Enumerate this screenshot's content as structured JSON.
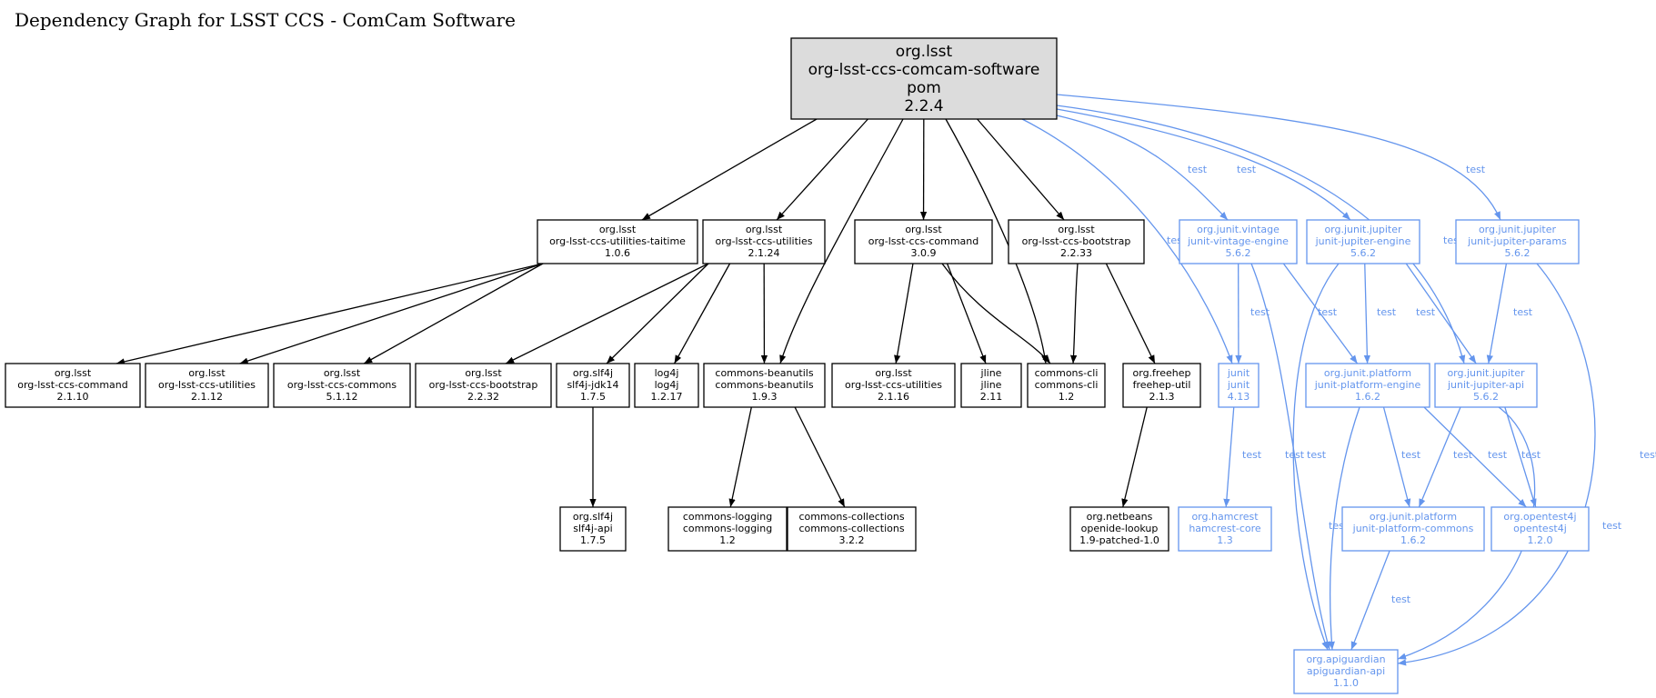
{
  "title": "Dependency Graph for LSST CCS - ComCam Software",
  "colors": {
    "compile": "#000000",
    "test": "#6495ed",
    "root_fill": "#dcdcdc"
  },
  "root": {
    "group": "org.lsst",
    "artifact": "org-lsst-ccs-comcam-software",
    "type": "pom",
    "version": "2.2.4"
  },
  "nodes": [
    {
      "id": "util-taitime",
      "lines": [
        "org.lsst",
        "org-lsst-ccs-utilities-taitime",
        "1.0.6"
      ],
      "scope": "compile"
    },
    {
      "id": "util-2124",
      "lines": [
        "org.lsst",
        "org-lsst-ccs-utilities",
        "2.1.24"
      ],
      "scope": "compile"
    },
    {
      "id": "command-309",
      "lines": [
        "org.lsst",
        "org-lsst-ccs-command",
        "3.0.9"
      ],
      "scope": "compile"
    },
    {
      "id": "bootstrap-2233",
      "lines": [
        "org.lsst",
        "org-lsst-ccs-bootstrap",
        "2.2.33"
      ],
      "scope": "compile"
    },
    {
      "id": "vintage-engine",
      "lines": [
        "org.junit.vintage",
        "junit-vintage-engine",
        "5.6.2"
      ],
      "scope": "test"
    },
    {
      "id": "jupiter-engine",
      "lines": [
        "org.junit.jupiter",
        "junit-jupiter-engine",
        "5.6.2"
      ],
      "scope": "test"
    },
    {
      "id": "jupiter-params",
      "lines": [
        "org.junit.jupiter",
        "junit-jupiter-params",
        "5.6.2"
      ],
      "scope": "test"
    },
    {
      "id": "command-2110",
      "lines": [
        "org.lsst",
        "org-lsst-ccs-command",
        "2.1.10"
      ],
      "scope": "compile"
    },
    {
      "id": "util-2112",
      "lines": [
        "org.lsst",
        "org-lsst-ccs-utilities",
        "2.1.12"
      ],
      "scope": "compile"
    },
    {
      "id": "commons-5112",
      "lines": [
        "org.lsst",
        "org-lsst-ccs-commons",
        "5.1.12"
      ],
      "scope": "compile"
    },
    {
      "id": "bootstrap-2232",
      "lines": [
        "org.lsst",
        "org-lsst-ccs-bootstrap",
        "2.2.32"
      ],
      "scope": "compile"
    },
    {
      "id": "slf4j-jdk14",
      "lines": [
        "org.slf4j",
        "slf4j-jdk14",
        "1.7.5"
      ],
      "scope": "compile"
    },
    {
      "id": "log4j",
      "lines": [
        "log4j",
        "log4j",
        "1.2.17"
      ],
      "scope": "compile"
    },
    {
      "id": "beanutils",
      "lines": [
        "commons-beanutils",
        "commons-beanutils",
        "1.9.3"
      ],
      "scope": "compile"
    },
    {
      "id": "util-2116",
      "lines": [
        "org.lsst",
        "org-lsst-ccs-utilities",
        "2.1.16"
      ],
      "scope": "compile"
    },
    {
      "id": "jline",
      "lines": [
        "jline",
        "jline",
        "2.11"
      ],
      "scope": "compile"
    },
    {
      "id": "commons-cli",
      "lines": [
        "commons-cli",
        "commons-cli",
        "1.2"
      ],
      "scope": "compile"
    },
    {
      "id": "freehep-util",
      "lines": [
        "org.freehep",
        "freehep-util",
        "2.1.3"
      ],
      "scope": "compile"
    },
    {
      "id": "junit",
      "lines": [
        "junit",
        "junit",
        "4.13"
      ],
      "scope": "test"
    },
    {
      "id": "platform-engine",
      "lines": [
        "org.junit.platform",
        "junit-platform-engine",
        "1.6.2"
      ],
      "scope": "test"
    },
    {
      "id": "jupiter-api",
      "lines": [
        "org.junit.jupiter",
        "junit-jupiter-api",
        "5.6.2"
      ],
      "scope": "test"
    },
    {
      "id": "slf4j-api",
      "lines": [
        "org.slf4j",
        "slf4j-api",
        "1.7.5"
      ],
      "scope": "compile"
    },
    {
      "id": "commons-logging",
      "lines": [
        "commons-logging",
        "commons-logging",
        "1.2"
      ],
      "scope": "compile"
    },
    {
      "id": "commons-collections",
      "lines": [
        "commons-collections",
        "commons-collections",
        "3.2.2"
      ],
      "scope": "compile"
    },
    {
      "id": "openide-lookup",
      "lines": [
        "org.netbeans",
        "openide-lookup",
        "1.9-patched-1.0"
      ],
      "scope": "compile"
    },
    {
      "id": "hamcrest",
      "lines": [
        "org.hamcrest",
        "hamcrest-core",
        "1.3"
      ],
      "scope": "test"
    },
    {
      "id": "platform-commons",
      "lines": [
        "org.junit.platform",
        "junit-platform-commons",
        "1.6.2"
      ],
      "scope": "test"
    },
    {
      "id": "opentest4j",
      "lines": [
        "org.opentest4j",
        "opentest4j",
        "1.2.0"
      ],
      "scope": "test"
    },
    {
      "id": "apiguardian",
      "lines": [
        "org.apiguardian",
        "apiguardian-api",
        "1.1.0"
      ],
      "scope": "test"
    }
  ],
  "edges": [
    {
      "from": "root",
      "to": "util-taitime",
      "scope": "compile"
    },
    {
      "from": "root",
      "to": "util-2124",
      "scope": "compile"
    },
    {
      "from": "root",
      "to": "beanutils",
      "scope": "compile"
    },
    {
      "from": "root",
      "to": "command-309",
      "scope": "compile"
    },
    {
      "from": "root",
      "to": "commons-cli",
      "scope": "compile"
    },
    {
      "from": "root",
      "to": "bootstrap-2233",
      "scope": "compile"
    },
    {
      "from": "root",
      "to": "junit",
      "scope": "test",
      "label": "test"
    },
    {
      "from": "root",
      "to": "vintage-engine",
      "scope": "test",
      "label": "test"
    },
    {
      "from": "root",
      "to": "jupiter-engine",
      "scope": "test",
      "label": "test"
    },
    {
      "from": "root",
      "to": "jupiter-api",
      "scope": "test",
      "label": "test"
    },
    {
      "from": "root",
      "to": "jupiter-params",
      "scope": "test",
      "label": "test"
    },
    {
      "from": "util-taitime",
      "to": "command-2110",
      "scope": "compile"
    },
    {
      "from": "util-taitime",
      "to": "util-2112",
      "scope": "compile"
    },
    {
      "from": "util-taitime",
      "to": "commons-5112",
      "scope": "compile"
    },
    {
      "from": "util-2124",
      "to": "bootstrap-2232",
      "scope": "compile"
    },
    {
      "from": "util-2124",
      "to": "slf4j-jdk14",
      "scope": "compile"
    },
    {
      "from": "util-2124",
      "to": "log4j",
      "scope": "compile"
    },
    {
      "from": "util-2124",
      "to": "beanutils",
      "scope": "compile"
    },
    {
      "from": "command-309",
      "to": "util-2116",
      "scope": "compile"
    },
    {
      "from": "command-309",
      "to": "jline",
      "scope": "compile"
    },
    {
      "from": "command-309",
      "to": "commons-cli",
      "scope": "compile"
    },
    {
      "from": "bootstrap-2233",
      "to": "commons-cli",
      "scope": "compile"
    },
    {
      "from": "bootstrap-2233",
      "to": "freehep-util",
      "scope": "compile"
    },
    {
      "from": "slf4j-jdk14",
      "to": "slf4j-api",
      "scope": "compile"
    },
    {
      "from": "beanutils",
      "to": "commons-logging",
      "scope": "compile"
    },
    {
      "from": "beanutils",
      "to": "commons-collections",
      "scope": "compile"
    },
    {
      "from": "freehep-util",
      "to": "openide-lookup",
      "scope": "compile"
    },
    {
      "from": "vintage-engine",
      "to": "junit",
      "scope": "test",
      "label": "test"
    },
    {
      "from": "vintage-engine",
      "to": "platform-engine",
      "scope": "test",
      "label": "test"
    },
    {
      "from": "vintage-engine",
      "to": "apiguardian",
      "scope": "test",
      "label": "test"
    },
    {
      "from": "jupiter-engine",
      "to": "platform-engine",
      "scope": "test",
      "label": "test"
    },
    {
      "from": "jupiter-engine",
      "to": "jupiter-api",
      "scope": "test",
      "label": "test"
    },
    {
      "from": "jupiter-engine",
      "to": "apiguardian",
      "scope": "test",
      "label": "test"
    },
    {
      "from": "jupiter-params",
      "to": "jupiter-api",
      "scope": "test",
      "label": "test"
    },
    {
      "from": "jupiter-params",
      "to": "apiguardian",
      "scope": "test",
      "label": "test"
    },
    {
      "from": "junit",
      "to": "hamcrest",
      "scope": "test",
      "label": "test"
    },
    {
      "from": "platform-engine",
      "to": "platform-commons",
      "scope": "test",
      "label": "test"
    },
    {
      "from": "platform-engine",
      "to": "opentest4j",
      "scope": "test",
      "label": "test"
    },
    {
      "from": "platform-engine",
      "to": "apiguardian",
      "scope": "test",
      "label": "test"
    },
    {
      "from": "jupiter-api",
      "to": "platform-commons",
      "scope": "test",
      "label": "test"
    },
    {
      "from": "jupiter-api",
      "to": "opentest4j",
      "scope": "test",
      "label": "test"
    },
    {
      "from": "jupiter-api",
      "to": "apiguardian",
      "scope": "test",
      "label": "test"
    },
    {
      "from": "platform-commons",
      "to": "apiguardian",
      "scope": "test",
      "label": "test"
    }
  ]
}
